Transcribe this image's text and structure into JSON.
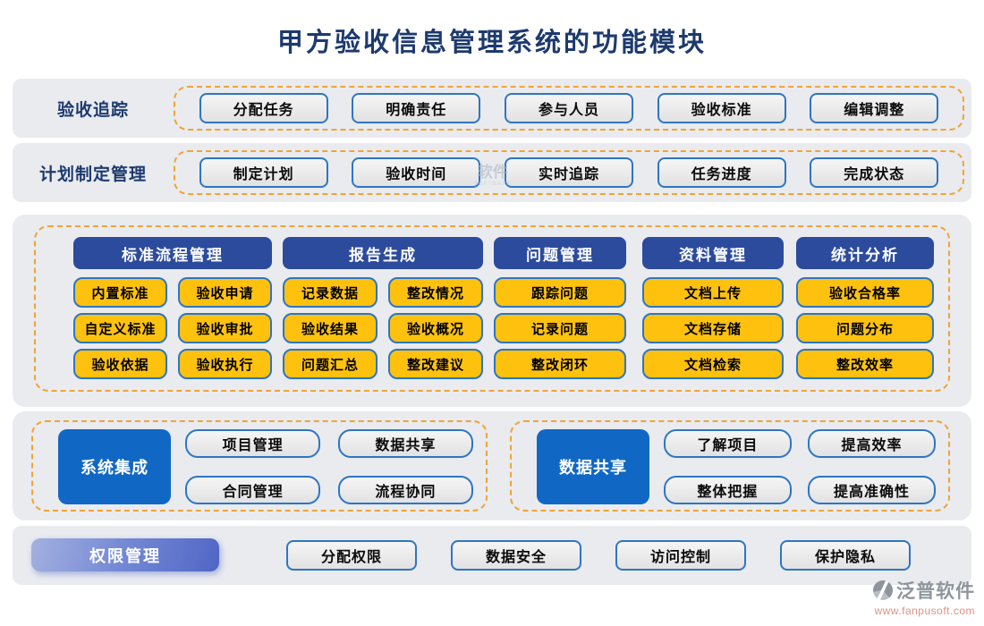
{
  "title": "甲方验收信息管理系统的功能模块",
  "tracking_row": {
    "label": "验收追踪",
    "buttons": [
      "分配任务",
      "明确责任",
      "参与人员",
      "验收标准",
      "编辑调整"
    ]
  },
  "planning_row": {
    "label": "计划制定管理",
    "buttons": [
      "制定计划",
      "验收时间",
      "实时追踪",
      "任务进度",
      "完成状态"
    ]
  },
  "modules": {
    "columns": [
      {
        "header": "标准流程管理",
        "rows": [
          [
            "内置标准",
            "验收申请"
          ],
          [
            "自定义标准",
            "验收审批"
          ],
          [
            "验收依据",
            "验收执行"
          ]
        ]
      },
      {
        "header": "报告生成",
        "rows": [
          [
            "记录数据",
            "整改情况"
          ],
          [
            "验收结果",
            "验收概况"
          ],
          [
            "问题汇总",
            "整改建议"
          ]
        ]
      },
      {
        "header": "问题管理",
        "rows": [
          [
            "跟踪问题"
          ],
          [
            "记录问题"
          ],
          [
            "整改闭环"
          ]
        ]
      },
      {
        "header": "资料管理",
        "rows": [
          [
            "文档上传"
          ],
          [
            "文档存储"
          ],
          [
            "文档检索"
          ]
        ]
      },
      {
        "header": "统计分析",
        "rows": [
          [
            "验收合格率"
          ],
          [
            "问题分布"
          ],
          [
            "整改效率"
          ]
        ]
      }
    ]
  },
  "integration": {
    "left": {
      "label": "系统集成",
      "buttons": [
        "项目管理",
        "数据共享",
        "合同管理",
        "流程协同"
      ]
    },
    "right": {
      "label": "数据共享",
      "buttons": [
        "了解项目",
        "提高效率",
        "整体把握",
        "提高准确性"
      ]
    }
  },
  "permission_row": {
    "label": "权限管理",
    "buttons": [
      "分配权限",
      "数据安全",
      "访问控制",
      "保护隐私"
    ]
  },
  "watermark": {
    "brand": "泛普软件",
    "url": "www.fanpusoft.com",
    "faint_text": "软件",
    "faint_sub": "SOFTWARE"
  },
  "colors": {
    "title_text": "#1d3a6e",
    "band_bg": "#e9ebef",
    "dashed_border": "#f0a436",
    "button_border": "#2e75c3",
    "header_bg": "#2c4b9d",
    "yellow_button_bg": "#fec20e",
    "blue_box_bg": "#1168c4",
    "permission_gradient_start": "#a3b0e0",
    "permission_gradient_end": "#5066c5",
    "brand_gray": "#8e959c",
    "brand_url_color": "#de9186"
  }
}
